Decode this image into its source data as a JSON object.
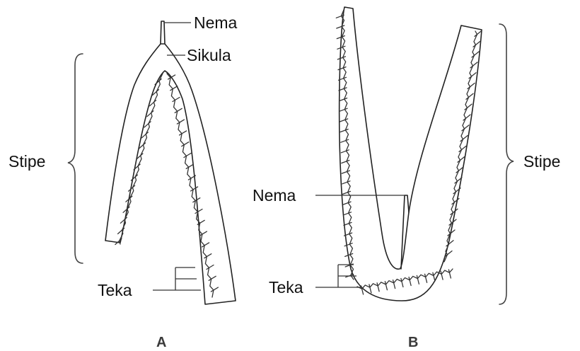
{
  "figure_a": {
    "panel_label": "A",
    "labels": {
      "nema": "Nema",
      "sikula": "Sikula",
      "stipe": "Stipe",
      "teka": "Teka"
    }
  },
  "figure_b": {
    "panel_label": "B",
    "labels": {
      "nema": "Nema",
      "stipe": "Stipe",
      "teka": "Teka"
    }
  }
}
